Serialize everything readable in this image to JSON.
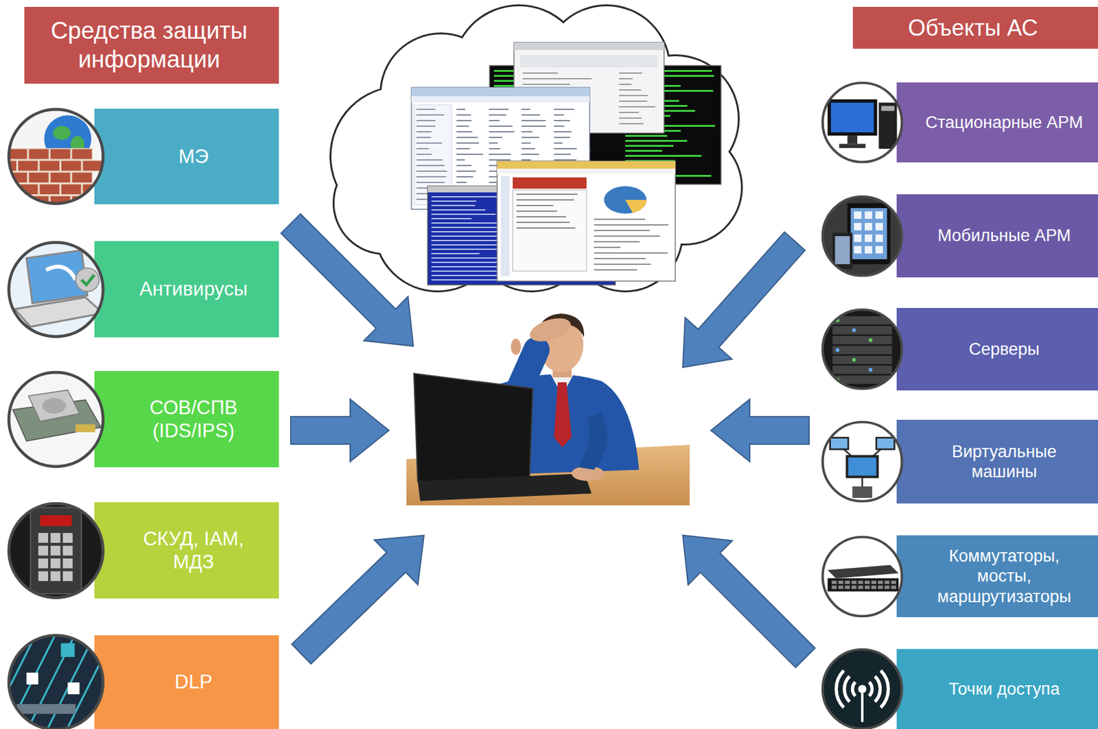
{
  "diagram": {
    "nodes": [
      {
        "text": [
          "Средства защиты информации"
        ]
      },
      {
        "text": [
          "МЭ"
        ]
      },
      {
        "text": [
          "Антивирусы"
        ]
      },
      {
        "text": [
          "СОВ/СПВ (IDS/IPS)"
        ]
      },
      {
        "text": [
          "СКУД, IAM, МДЗ"
        ]
      },
      {
        "text": [
          "DLP"
        ]
      },
      {
        "text": [
          "Объекты АС"
        ]
      },
      {
        "text": [
          "Стационарные АРМ"
        ]
      },
      {
        "text": [
          "Мобильные АРМ"
        ]
      },
      {
        "text": [
          "Серверы"
        ]
      },
      {
        "text": [
          "Виртуальные машины"
        ]
      },
      {
        "text": [
          "Коммутаторы, мосты, маршрутизаторы"
        ]
      },
      {
        "text": [
          "Точки доступа"
        ]
      }
    ]
  }
}
